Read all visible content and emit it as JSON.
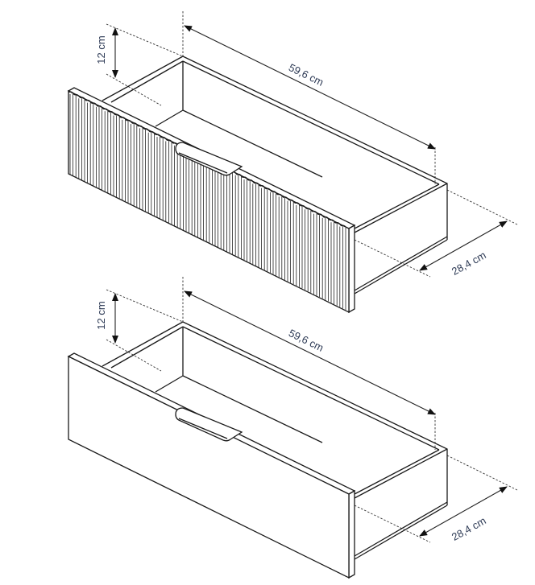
{
  "drawers": [
    {
      "style": "fluted front",
      "height_label": "12 cm",
      "width_label": "59,6 cm",
      "depth_label": "28,4 cm"
    },
    {
      "style": "plain front",
      "height_label": "12 cm",
      "width_label": "59,6 cm",
      "depth_label": "28,4 cm"
    }
  ],
  "colors": {
    "line": "#1a1a1a",
    "label": "#2d3a55"
  }
}
